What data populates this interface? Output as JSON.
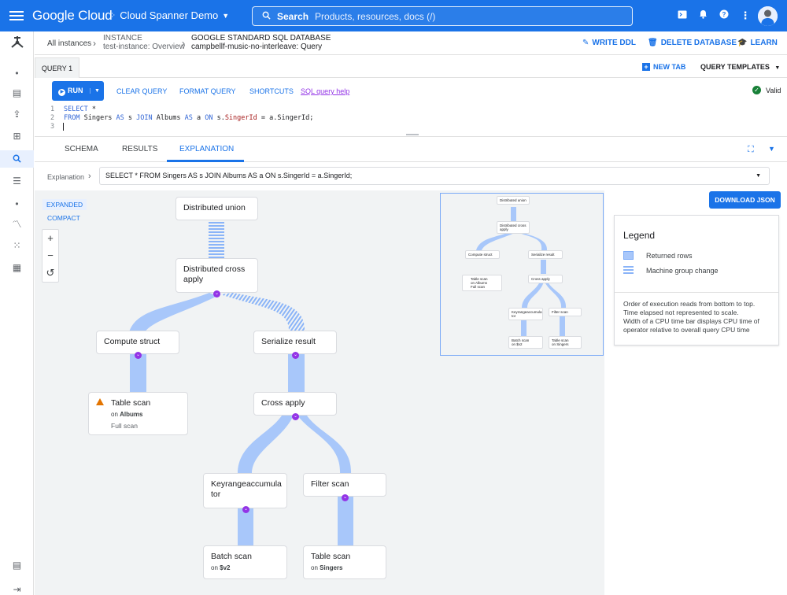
{
  "topbar": {
    "logo": "Google Cloud",
    "project": "Cloud Spanner Demo",
    "search_label": "Search",
    "search_placeholder": "Products, resources, docs (/)"
  },
  "breadcrumb": {
    "all_instances": "All instances",
    "instance_label": "INSTANCE",
    "instance_value": "test-instance: Overview",
    "db_label": "GOOGLE STANDARD SQL DATABASE",
    "db_value": "campbellf-music-no-interleave: Query"
  },
  "actions": {
    "write_ddl": "WRITE DDL",
    "delete_db": "DELETE DATABASE",
    "learn": "LEARN"
  },
  "query_tabs": {
    "tab1": "QUERY 1",
    "new_tab": "NEW TAB",
    "templates": "QUERY TEMPLATES"
  },
  "toolbar": {
    "run": "RUN",
    "clear": "CLEAR QUERY",
    "format": "FORMAT QUERY",
    "shortcuts": "SHORTCUTS",
    "help": "SQL query help",
    "valid": "Valid"
  },
  "editor": {
    "line_numbers": [
      "1",
      "2",
      "3"
    ],
    "line1_kw": "SELECT",
    "line1_rest": " *",
    "line2_from": "FROM",
    "line2_a": " Singers ",
    "line2_as1": "AS",
    "line2_b": " s ",
    "line2_join": "JOIN",
    "line2_c": " Albums ",
    "line2_as2": "AS",
    "line2_d": " a ",
    "line2_on": "ON",
    "line2_e": " s.",
    "line2_col": "SingerId",
    "line2_f": " = a.SingerId;"
  },
  "result_tabs": {
    "schema": "SCHEMA",
    "results": "RESULTS",
    "explanation": "EXPLANATION"
  },
  "explanation": {
    "label": "Explanation",
    "query": "SELECT * FROM Singers AS s JOIN Albums AS a ON s.SingerId = a.SingerId;"
  },
  "view_modes": {
    "expanded": "EXPANDED",
    "compact": "COMPACT"
  },
  "zoom": {
    "in": "+",
    "out": "−",
    "reset": "↺"
  },
  "plan": {
    "distributed_union": "Distributed union",
    "distributed_cross_apply_1": "Distributed cross",
    "distributed_cross_apply_2": "apply",
    "compute_struct": "Compute struct",
    "serialize_result": "Serialize result",
    "table_scan_albums": "Table scan",
    "on_label": "on",
    "albums": "Albums",
    "full_scan": "Full scan",
    "cross_apply": "Cross apply",
    "keyrange_1": "Keyrangeaccumula",
    "keyrange_2": "tor",
    "filter_scan": "Filter scan",
    "batch_scan": "Batch scan",
    "v2": "$v2",
    "table_scan_singers": "Table scan",
    "singers": "Singers"
  },
  "minimap": {
    "distributed_union": "Distributed union",
    "distributed_cross_1": "Distributed cross",
    "distributed_cross_2": "apply",
    "compute_struct": "Compute struct",
    "serialize_result": "Serialize result",
    "table_scan": "Table scan",
    "on_albums": "on Albums",
    "full_scan": "Full scan",
    "cross_apply": "Cross apply",
    "keyrange_1": "Keyrangeaccumula",
    "keyrange_2": "tor",
    "filter_scan": "Filter scan",
    "batch_scan": "Batch scan",
    "on_v2": "on $v2",
    "table_scan_2": "Table scan",
    "on_singers": "on Singers"
  },
  "right_panel": {
    "download_json": "DOWNLOAD JSON",
    "legend_title": "Legend",
    "returned_rows": "Returned rows",
    "machine_group_change": "Machine group change",
    "note1": "Order of execution reads from bottom to top.",
    "note2": "Time elapsed not represented to scale.",
    "note3": "Width of a CPU time bar displays CPU time of",
    "note4": "operator relative to overall query CPU time"
  },
  "colors": {
    "brand": "#1a73e8",
    "flow": "#a8c7fa",
    "badge": "#9334e6",
    "warning": "#e37400"
  }
}
